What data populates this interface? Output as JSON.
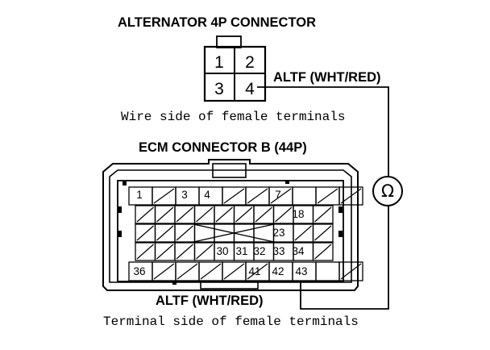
{
  "alternator": {
    "title": "ALTERNATOR 4P CONNECTOR",
    "caption": "Wire side of female terminals",
    "terminals": [
      "1",
      "2",
      "3",
      "4"
    ],
    "wire_label": "ALTF (WHT/RED)"
  },
  "ecm": {
    "title": "ECM CONNECTOR B (44P)",
    "caption": "Terminal side of female terminals",
    "wire_label": "ALTF (WHT/RED)",
    "row1_pins": [
      "1",
      "3",
      "4",
      "7"
    ],
    "row2_pins": [
      "18"
    ],
    "row3_pins": [
      "23"
    ],
    "row4_pins": [
      "30",
      "31",
      "32",
      "33",
      "34"
    ],
    "row5_pins": [
      "36",
      "41",
      "42",
      "43"
    ]
  },
  "meter": {
    "symbol": "Ω"
  }
}
